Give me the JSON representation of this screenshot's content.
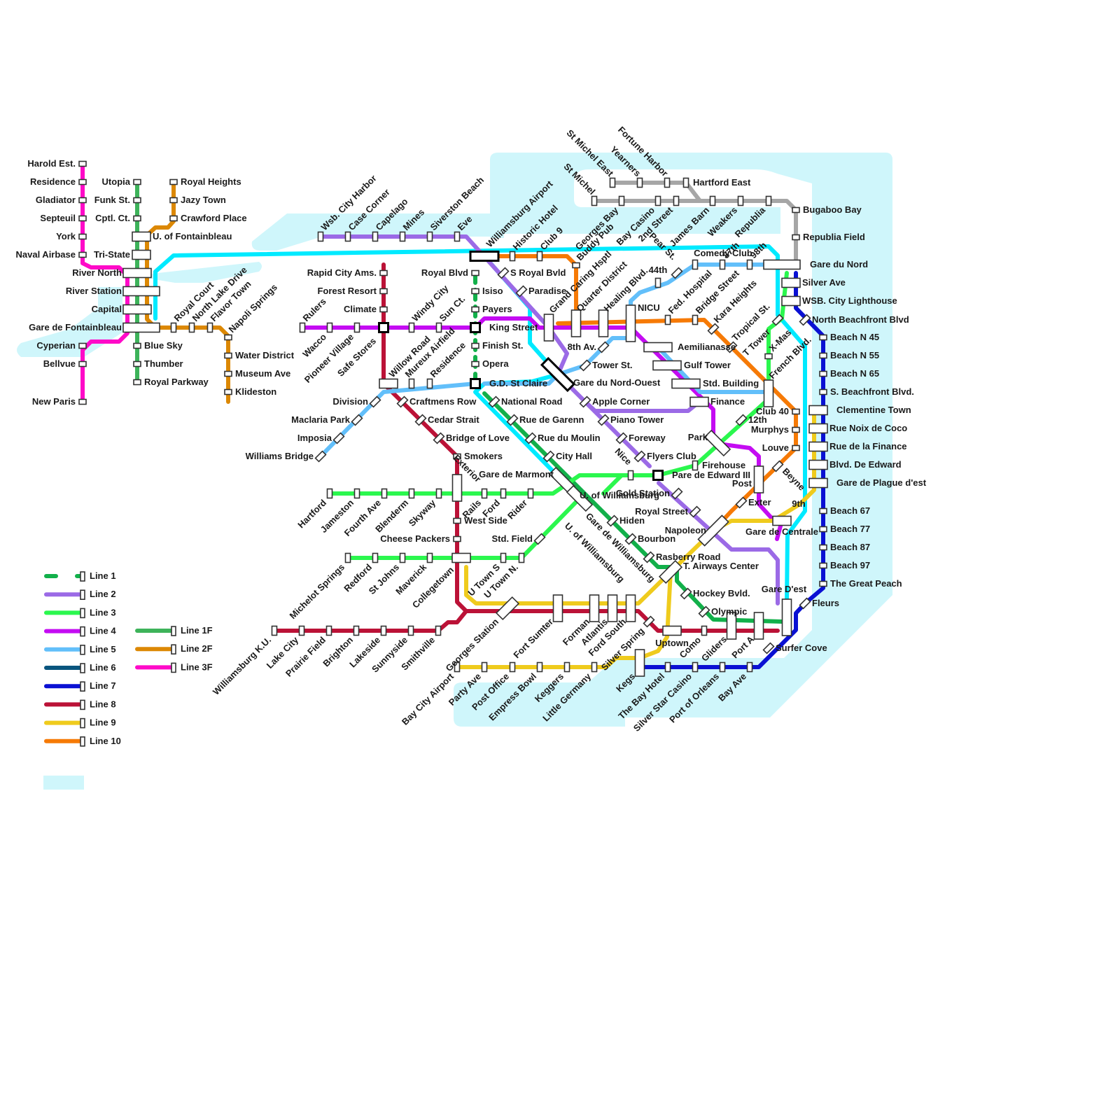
{
  "map": {
    "title": "Transit Network Map",
    "water_color": "#cff6fb"
  },
  "legend": {
    "lines": [
      {
        "id": "L1",
        "label": "Line 1",
        "color": "#12b04a",
        "dashed": true
      },
      {
        "id": "L2",
        "label": "Line 2",
        "color": "#9b6ae6"
      },
      {
        "id": "L3",
        "label": "Line 3",
        "color": "#2bf74e"
      },
      {
        "id": "L4",
        "label": "Line 4",
        "color": "#c40cf2"
      },
      {
        "id": "L5",
        "label": "Line 5",
        "color": "#62bffa"
      },
      {
        "id": "L6",
        "label": "Line 6",
        "color": "#09557e"
      },
      {
        "id": "L7",
        "label": "Line 7",
        "color": "#0a10d3"
      },
      {
        "id": "L8",
        "label": "Line 8",
        "color": "#bb1237"
      },
      {
        "id": "L9",
        "label": "Line 9",
        "color": "#efcb1d"
      },
      {
        "id": "L10",
        "label": "Line 10",
        "color": "#f67a06"
      }
    ],
    "f_lines": [
      {
        "id": "L1F",
        "label": "Line 1F",
        "color": "#3db35a"
      },
      {
        "id": "L2F",
        "label": "Line 2F",
        "color": "#dc8804"
      },
      {
        "id": "L3F",
        "label": "Line 3F",
        "color": "#ff0ac8"
      }
    ],
    "water_swatch_color": "#cff6fb"
  },
  "lines": {
    "L3F": {
      "color": "#ff0ac8",
      "stations": [
        "Harold Est.",
        "Residence",
        "Gladiator",
        "Septeuil",
        "York",
        "Naval Airbase",
        "River North",
        "River Station",
        "Capital",
        "Gare de Fontainbleau",
        "Cyperian",
        "Bellvue",
        "New Paris"
      ]
    },
    "L1F": {
      "color": "#3db35a",
      "stations": [
        "Utopia",
        "Funk St.",
        "Cptl. Ct.",
        "U. of Fontainbleau",
        "Tri-State",
        "River North",
        "River Station",
        "Capital",
        "Gare de Fontainbleau",
        "Blue Sky",
        "Thumber",
        "Royal Parkway"
      ]
    },
    "L2F": {
      "color": "#dc8804",
      "stations": [
        "Royal Heights",
        "Jazy Town",
        "Crawford Place",
        "U. of Fontainbleau",
        "Tri-State",
        "River North",
        "River Station",
        "Capital",
        "Gare de Fontainbleau",
        "Royal Court",
        "North Lake Drive",
        "Flavor Town",
        "Napoli Springs",
        "Water District",
        "Museum Ave",
        "Klideston"
      ]
    },
    "L6": {
      "color": "#00eaff",
      "stations": [
        "Gare de Fontainbleau",
        "Williamsburg Airport",
        "Gare du Nord",
        "French Blvd.",
        "9th",
        "Gare de Centrale",
        "Gare D'est"
      ]
    },
    "L2": {
      "color": "#9b6ae6",
      "stations": [
        "Wsb. City Harbor",
        "Case Corner",
        "Capelago",
        "Mines",
        "Siverston Beach",
        "Eve",
        "Williamsburg Airport",
        "S Royal Bvld",
        "Paradise",
        "Grand Caring Hsptl",
        "Gare du Nord-Ouest",
        "Apple Corner",
        "Piano Tower",
        "Foreway",
        "Flyers Club",
        "Gold Station",
        "Royal Street",
        "Napoleon",
        "Gare de Centrale",
        "Gare D'est"
      ]
    },
    "L10": {
      "color": "#f67a06",
      "stations": [
        "Williamsburg Airport",
        "Historic Hotel",
        "Club 9",
        "Buddy Pub",
        "Grand Caring Hsptl",
        "Quarter District",
        "Healing Blvd.",
        "NICU",
        "Fed. Hospital",
        "Bridge Street",
        "Kara Heights",
        "Tropical St.",
        "French Blvd.",
        "Club 40",
        "Murphys",
        "Louve",
        "Beyne",
        "Post",
        "Exter",
        "Napoleon"
      ]
    },
    "L8": {
      "color": "#bb1237",
      "stations": [
        "Rapid City Ams.",
        "Forest Resort",
        "Climate",
        "Safe Stores",
        "Willow Road",
        "Craftmens Row",
        "Cedar Strait",
        "Bridge of Love",
        "Smokers",
        "Exterior",
        "West Side",
        "Cheese Packers",
        "Collegetown",
        "Georges Station",
        "Fort Sumter",
        "Forman",
        "Atlantis",
        "Ford South",
        "Silver Spring",
        "Uptown",
        "Como",
        "Gliders",
        "Port A",
        "Gare D'est"
      ]
    },
    "L8W": {
      "color": "#bb1237",
      "stations": [
        "Williamsburg K.U.",
        "Lake City",
        "Prairie Field",
        "Brighton",
        "Lakeside",
        "Sunnyside",
        "Smithville"
      ]
    },
    "L4": {
      "color": "#c40cf2",
      "stations": [
        "Rulers",
        "Wacco",
        "Pioneer Village",
        "Safe Stores",
        "Windy City",
        "Sun Ct.",
        "King Street",
        "Grand Caring Hsptl",
        "Quarter District",
        "Healing Blvd.",
        "NICU",
        "Aemilianasse",
        "Gulf Tower",
        "Finance",
        "Park",
        "Post",
        "Gare de Centrale"
      ]
    },
    "L1": {
      "color": "#12b04a",
      "stations": [
        "Royal Blvd",
        "Isiso",
        "Payers",
        "King Street",
        "Finish St.",
        "Opera",
        "G.D. St Claire",
        "National Road",
        "Rue de Garenn",
        "Rue du Moulin",
        "City Hall",
        "Gare de Marmont",
        "U. of Williamsburg",
        "Hiden",
        "Bourbon",
        "Rasberry Road",
        "T. Airways Center",
        "Hockey Bvld.",
        "Olympic",
        "Gliders",
        "Port A",
        "Gare D'est"
      ]
    },
    "L5": {
      "color": "#62bffa",
      "stations": [
        "Williams Bridge",
        "Imposia",
        "Maclaria Park",
        "Division",
        "Willow Road",
        "Mureux Airfield",
        "Residence",
        "G.D. St Claire",
        "Gare du Nord-Ouest",
        "Tower St.",
        "8th Av.",
        "NICU",
        "Healing Blvd.",
        "44th",
        "Pear St.",
        "Comedy Club",
        "87th",
        "98th",
        "Gare du Nord"
      ]
    },
    "L5B": {
      "color": "#62bffa",
      "stations": [
        "Aemilianasse",
        "Gulf Tower",
        "Std. Building",
        "French Blvd."
      ]
    },
    "L3": {
      "color": "#2bf74e",
      "stations": [
        "Hartford",
        "Jameston",
        "Fourth Ave",
        "Blenderm",
        "Skyway",
        "Exterior",
        "Rails",
        "Ford",
        "Rider",
        "Gare de Marmont",
        "Nice",
        "Pare de Edward III",
        "Firehouse",
        "Park",
        "12th",
        "Club 40",
        "French Blvd.",
        "X-Mas",
        "T Tower",
        "WSB. City Lighthouse",
        "Silver Ave",
        "Gare du Nord"
      ]
    },
    "L3B": {
      "color": "#2bf74e",
      "stations": [
        "Michelot Springs",
        "Redford",
        "St Johns",
        "Maverick",
        "Collegetown",
        "U Town S",
        "U Town N.",
        "Std. Field",
        "U. of Williamsburg"
      ]
    },
    "L7": {
      "color": "#0a10d3",
      "stations": [
        "Gare du Nord",
        "Silver Ave",
        "WSB. City Lighthouse",
        "North Beachfront Blvd",
        "Beach N 45",
        "Beach N 55",
        "Beach N 65",
        "S. Beachfront Blvd.",
        "Clementine Town",
        "Rue Noix de Coco",
        "Rue de la Finance",
        "Blvd. De Edward",
        "Gare de Plague d'est",
        "Beach 67",
        "Beach 77",
        "Beach 87",
        "Beach 97",
        "The Great Peach",
        "Fleurs",
        "Gare D'est",
        "Surfer Cove",
        "Bay Ave",
        "Port of Orleans",
        "Silver Star Casino",
        "The Bay Hotel",
        "Kegs"
      ]
    },
    "L9": {
      "color": "#efcb1d",
      "stations": [
        "Collegetown",
        "Georges Station",
        "Fort Sumter",
        "Forman",
        "Atlantis",
        "Ford South",
        "T. Airways Center",
        "Napoleon",
        "Gare de Centrale",
        "9th",
        "Gare de Plague d'est",
        "Blvd. De Edward",
        "Rue de la Finance",
        "Rue Noix de Coco",
        "Clementine Town"
      ]
    },
    "L9B": {
      "color": "#efcb1d",
      "stations": [
        "T. Airways Center",
        "Uptown",
        "Kegs",
        "Little Germany",
        "Keggers",
        "Empress Bowl",
        "Post Office",
        "Party Ave",
        "Bay City Airport"
      ]
    },
    "LG": {
      "color": "#a6a6a6",
      "stations": [
        "St Michel East",
        "Yearners",
        "Fortune Harbor",
        "Hartford East"
      ]
    },
    "LG2": {
      "color": "#a6a6a6",
      "stations": [
        "St Michel",
        "Georges Bay",
        "Bay Casino",
        "2nd Street",
        "James Barn",
        "Weakers",
        "Republia",
        "Bugaboo Bay",
        "Republia Field",
        "Gare du Nord"
      ]
    }
  },
  "stations": [
    {
      "name": "Harold Est."
    },
    {
      "name": "Residence"
    },
    {
      "name": "Gladiator"
    },
    {
      "name": "Septeuil"
    },
    {
      "name": "York"
    },
    {
      "name": "Naval Airbase"
    },
    {
      "name": "River North"
    },
    {
      "name": "River Station"
    },
    {
      "name": "Capital"
    },
    {
      "name": "Gare de Fontainbleau"
    },
    {
      "name": "Cyperian"
    },
    {
      "name": "Bellvue"
    },
    {
      "name": "New Paris"
    },
    {
      "name": "Utopia"
    },
    {
      "name": "Funk St."
    },
    {
      "name": "Cptl. Ct."
    },
    {
      "name": "U. of Fontainbleau"
    },
    {
      "name": "Tri-State"
    },
    {
      "name": "Blue Sky"
    },
    {
      "name": "Thumber"
    },
    {
      "name": "Royal Parkway"
    },
    {
      "name": "Royal Heights"
    },
    {
      "name": "Jazy Town"
    },
    {
      "name": "Crawford Place"
    },
    {
      "name": "Royal Court"
    },
    {
      "name": "North Lake Drive"
    },
    {
      "name": "Flavor Town"
    },
    {
      "name": "Napoli Springs"
    },
    {
      "name": "Water District"
    },
    {
      "name": "Museum Ave"
    },
    {
      "name": "Klideston"
    },
    {
      "name": "Wsb. City Harbor"
    },
    {
      "name": "Case Corner"
    },
    {
      "name": "Capelago"
    },
    {
      "name": "Mines"
    },
    {
      "name": "Siverston Beach"
    },
    {
      "name": "Eve"
    },
    {
      "name": "Williamsburg Airport"
    },
    {
      "name": "Historic Hotel"
    },
    {
      "name": "Club 9"
    },
    {
      "name": "Buddy Pub"
    },
    {
      "name": "Georges Bay"
    },
    {
      "name": "Bay Casino"
    },
    {
      "name": "2nd Street"
    },
    {
      "name": "James Barn"
    },
    {
      "name": "Weakers"
    },
    {
      "name": "Republia"
    },
    {
      "name": "St Michel"
    },
    {
      "name": "St Michel East"
    },
    {
      "name": "Yearners"
    },
    {
      "name": "Fortune Harbor"
    },
    {
      "name": "Hartford East"
    },
    {
      "name": "Bugaboo Bay"
    },
    {
      "name": "Republia Field"
    },
    {
      "name": "Gare du Nord"
    },
    {
      "name": "Silver Ave"
    },
    {
      "name": "WSB. City Lighthouse"
    },
    {
      "name": "North Beachfront Blvd"
    },
    {
      "name": "Beach N 45"
    },
    {
      "name": "Beach N 55"
    },
    {
      "name": "Beach N 65"
    },
    {
      "name": "S. Beachfront Blvd."
    },
    {
      "name": "Clementine Town"
    },
    {
      "name": "Rue Noix de Coco"
    },
    {
      "name": "Rue de la Finance"
    },
    {
      "name": "Blvd. De Edward"
    },
    {
      "name": "Gare de Plague d'est"
    },
    {
      "name": "Beach 67"
    },
    {
      "name": "Beach 77"
    },
    {
      "name": "Beach 87"
    },
    {
      "name": "Beach 97"
    },
    {
      "name": "The Great Peach"
    },
    {
      "name": "Fleurs"
    },
    {
      "name": "Surfer Cove"
    },
    {
      "name": "Rapid City Ams."
    },
    {
      "name": "Forest Resort"
    },
    {
      "name": "Climate"
    },
    {
      "name": "Royal Blvd"
    },
    {
      "name": "Isiso"
    },
    {
      "name": "Payers"
    },
    {
      "name": "King Street"
    },
    {
      "name": "Finish St."
    },
    {
      "name": "Opera"
    },
    {
      "name": "G.D. St Claire"
    },
    {
      "name": "Rulers"
    },
    {
      "name": "Wacco"
    },
    {
      "name": "Pioneer Village"
    },
    {
      "name": "Safe Stores"
    },
    {
      "name": "Windy City"
    },
    {
      "name": "Sun Ct."
    },
    {
      "name": "Willow Road"
    },
    {
      "name": "Mureux Airfield"
    },
    {
      "name": "Division"
    },
    {
      "name": "Maclaria Park"
    },
    {
      "name": "Imposia"
    },
    {
      "name": "Williams Bridge"
    },
    {
      "name": "Craftmens Row"
    },
    {
      "name": "Cedar Strait"
    },
    {
      "name": "Bridge of Love"
    },
    {
      "name": "Smokers"
    },
    {
      "name": "Exterior"
    },
    {
      "name": "S Royal Bvld"
    },
    {
      "name": "Paradise"
    },
    {
      "name": "Grand Caring Hsptl"
    },
    {
      "name": "Quarter District"
    },
    {
      "name": "Healing Blvd."
    },
    {
      "name": "NICU"
    },
    {
      "name": "Pear St."
    },
    {
      "name": "44th"
    },
    {
      "name": "Comedy Club"
    },
    {
      "name": "87th"
    },
    {
      "name": "98th"
    },
    {
      "name": "Fed. Hospital"
    },
    {
      "name": "Bridge Street"
    },
    {
      "name": "Kara Heights"
    },
    {
      "name": "Tropical St."
    },
    {
      "name": "T Tower"
    },
    {
      "name": "X-Mas"
    },
    {
      "name": "French Blvd."
    },
    {
      "name": "8th Av."
    },
    {
      "name": "Aemilianasse"
    },
    {
      "name": "Tower St."
    },
    {
      "name": "Gulf Tower"
    },
    {
      "name": "Gare du Nord-Ouest"
    },
    {
      "name": "Std. Building"
    },
    {
      "name": "National Road"
    },
    {
      "name": "Apple Corner"
    },
    {
      "name": "Finance"
    },
    {
      "name": "Club 40"
    },
    {
      "name": "12th"
    },
    {
      "name": "Murphys"
    },
    {
      "name": "Rue de Garenn"
    },
    {
      "name": "Piano Tower"
    },
    {
      "name": "Park"
    },
    {
      "name": "Louve"
    },
    {
      "name": "Rue du Moulin"
    },
    {
      "name": "Foreway"
    },
    {
      "name": "City Hall"
    },
    {
      "name": "Flyers Club"
    },
    {
      "name": "Firehouse"
    },
    {
      "name": "Nice"
    },
    {
      "name": "Gare de Marmont"
    },
    {
      "name": "Pare de Edward III"
    },
    {
      "name": "Post"
    },
    {
      "name": "Beyne"
    },
    {
      "name": "Hartford"
    },
    {
      "name": "Jameston"
    },
    {
      "name": "Fourth Ave"
    },
    {
      "name": "Blenderm"
    },
    {
      "name": "Skyway"
    },
    {
      "name": "Rails"
    },
    {
      "name": "Ford"
    },
    {
      "name": "Rider"
    },
    {
      "name": "Gold Station"
    },
    {
      "name": "Exter"
    },
    {
      "name": "9th"
    },
    {
      "name": "West Side"
    },
    {
      "name": "Royal Street"
    },
    {
      "name": "Napoleon"
    },
    {
      "name": "Gare de Centrale"
    },
    {
      "name": "Cheese Packers"
    },
    {
      "name": "Std. Field"
    },
    {
      "name": "U. of Williamsburg"
    },
    {
      "name": "Hiden"
    },
    {
      "name": "Bourbon"
    },
    {
      "name": "Rasberry Road"
    },
    {
      "name": "T. Airways Center"
    },
    {
      "name": "Gare de Williamsburg"
    },
    {
      "name": "Michelot Springs"
    },
    {
      "name": "Redford"
    },
    {
      "name": "St Johns"
    },
    {
      "name": "Maverick"
    },
    {
      "name": "Collegetown"
    },
    {
      "name": "U Town S"
    },
    {
      "name": "U Town N."
    },
    {
      "name": "Hockey Bvld."
    },
    {
      "name": "Gare D'est"
    },
    {
      "name": "Olympic"
    },
    {
      "name": "Williamsburg K.U."
    },
    {
      "name": "Lake City"
    },
    {
      "name": "Prairie Field"
    },
    {
      "name": "Brighton"
    },
    {
      "name": "Lakeside"
    },
    {
      "name": "Sunnyside"
    },
    {
      "name": "Smithville"
    },
    {
      "name": "Georges Station"
    },
    {
      "name": "Fort Sumter"
    },
    {
      "name": "Forman"
    },
    {
      "name": "Atlantis"
    },
    {
      "name": "Ford South"
    },
    {
      "name": "Silver Spring"
    },
    {
      "name": "Uptown"
    },
    {
      "name": "Como"
    },
    {
      "name": "Gliders"
    },
    {
      "name": "Port A"
    },
    {
      "name": "Bay City Airport"
    },
    {
      "name": "Party Ave"
    },
    {
      "name": "Post Office"
    },
    {
      "name": "Empress Bowl"
    },
    {
      "name": "Keggers"
    },
    {
      "name": "Little Germany"
    },
    {
      "name": "Kegs"
    },
    {
      "name": "The Bay Hotel"
    },
    {
      "name": "Silver Star Casino"
    },
    {
      "name": "Port of Orleans"
    },
    {
      "name": "Bay Ave"
    }
  ]
}
